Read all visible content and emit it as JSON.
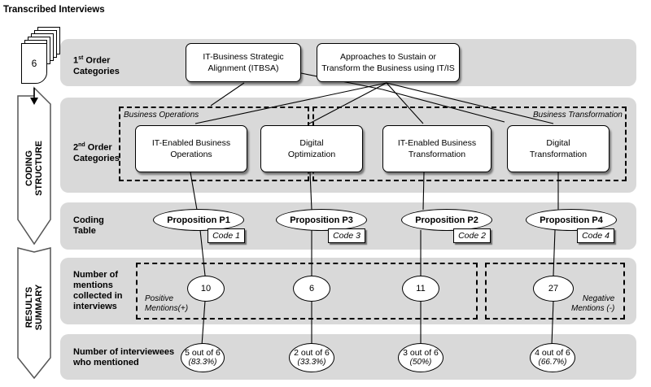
{
  "stack": {
    "title": "Transcribed Interviews",
    "count": "6"
  },
  "side_labels": {
    "coding": [
      "CODING",
      "STRUCTURE"
    ],
    "results": [
      "RESULTS",
      "SUMMARY"
    ]
  },
  "rows": {
    "first_order": {
      "title_base": "1",
      "title_sup": "st",
      "title_rest": "Order",
      "title_line2": "Categories"
    },
    "second_order": {
      "title_base": "2",
      "title_sup": "nd",
      "title_rest": "Order",
      "title_line2": "Categories"
    },
    "coding_table": {
      "line1": "Coding",
      "line2": "Table"
    },
    "mentions": {
      "line1": "Number of",
      "line2": "mentions",
      "line3": "collected in",
      "line4": "interviews"
    },
    "interviewees": {
      "line1": "Number of interviewees",
      "line2": "who mentioned"
    }
  },
  "first_order_categories": [
    {
      "line1": "IT-Business Strategic",
      "line2": "Alignment (ITBSA)"
    },
    {
      "line1": "Approaches to Sustain or",
      "line2": "Transform the Business using IT/IS"
    }
  ],
  "groups": {
    "left": "Business Operations",
    "right": "Business Transformation"
  },
  "second_order_categories": [
    {
      "line1": "IT-Enabled Business",
      "line2": "Operations"
    },
    {
      "line1": "Digital",
      "line2": "Optimization"
    },
    {
      "line1": "IT-Enabled Business",
      "line2": "Transformation"
    },
    {
      "line1": "Digital",
      "line2": "Transformation"
    }
  ],
  "propositions": [
    "Proposition P1",
    "Proposition P3",
    "Proposition P2",
    "Proposition P4"
  ],
  "codes": [
    "Code 1",
    "Code 3",
    "Code 2",
    "Code 4"
  ],
  "mention_counts": [
    "10",
    "6",
    "11",
    "27"
  ],
  "mention_groups": {
    "positive": {
      "line1": "Positive",
      "line2": "Mentions(+)"
    },
    "negative": {
      "line1": "Negative",
      "line2": "Mentions (-)"
    }
  },
  "interviewees": [
    {
      "count": "5 out of 6",
      "pct": "(83.3%)"
    },
    {
      "count": "2 out of 6",
      "pct": "(33.3%)"
    },
    {
      "count": "3 out of 6",
      "pct": "(50%)"
    },
    {
      "count": "4 out of 6",
      "pct": "(66.7%)"
    }
  ]
}
